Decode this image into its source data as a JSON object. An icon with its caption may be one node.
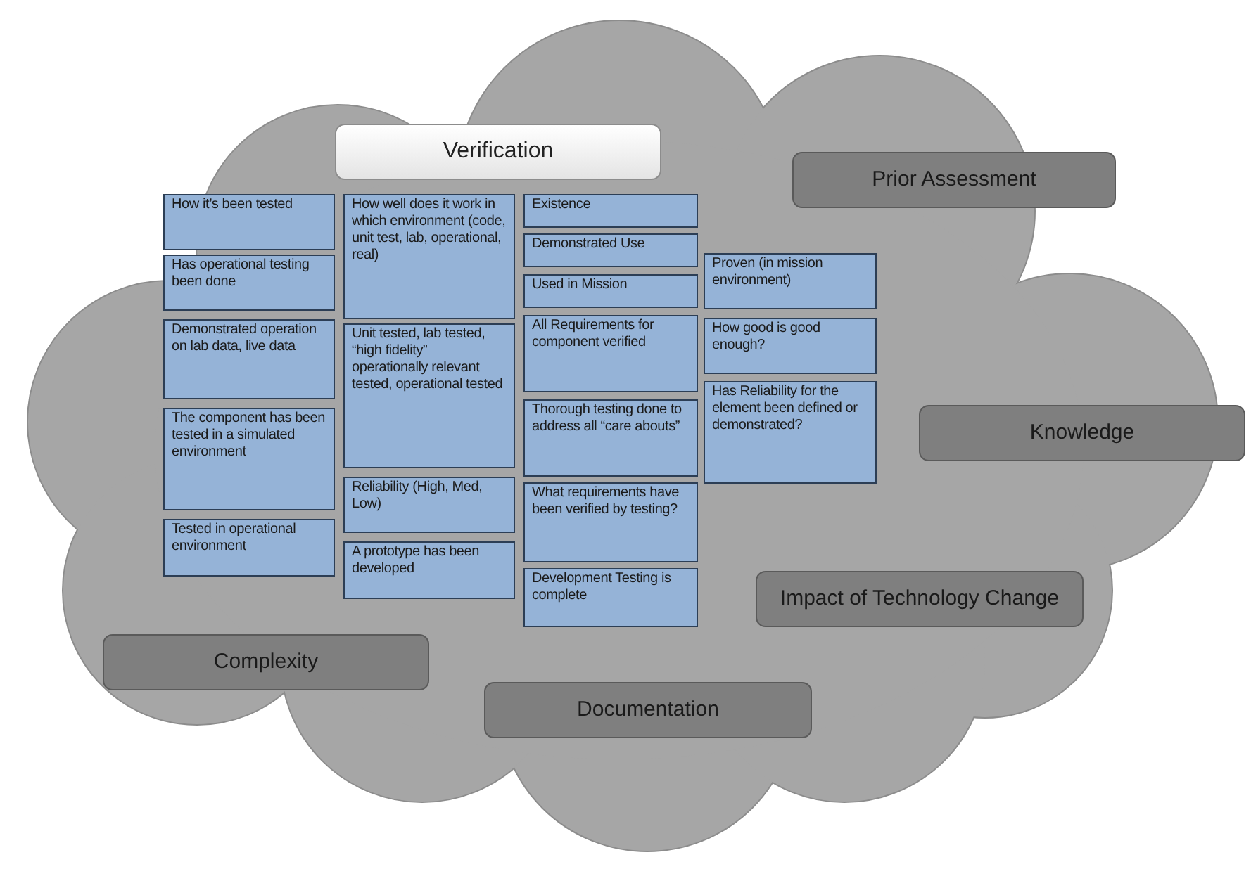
{
  "diagram": {
    "nodes": [
      {
        "text": [],
        "shape": "cloud"
      },
      {
        "text": [
          "Verification"
        ],
        "in": 0
      },
      {
        "text": [
          "Prior Assessment"
        ],
        "in": 0
      },
      {
        "text": [
          "How it’s been tested"
        ],
        "in": 0
      },
      {
        "text": [
          "Has operational testing been done"
        ],
        "in": 0
      },
      {
        "text": [
          "Demonstrated operation on lab data, live data"
        ],
        "in": 0
      },
      {
        "text": [
          "The component has been tested in a simulated environment"
        ],
        "in": 0
      },
      {
        "text": [
          "Tested in operational environment"
        ],
        "in": 0
      },
      {
        "text": [
          "How well does it work in which environment (code, unit test, lab, operational, real)"
        ],
        "in": 0
      },
      {
        "text": [
          "Unit tested, lab tested, “high fidelity” operationally relevant tested, operational tested"
        ],
        "in": 0
      },
      {
        "text": [
          "Reliability (High, Med, Low)"
        ],
        "in": 0
      },
      {
        "text": [
          "A prototype has been developed"
        ],
        "in": 0
      },
      {
        "text": [
          "Existence"
        ],
        "in": 0
      },
      {
        "text": [
          "Demonstrated Use"
        ],
        "in": 0
      },
      {
        "text": [
          "Used in Mission"
        ],
        "in": 0
      },
      {
        "text": [
          "All Requirements for component verified"
        ],
        "in": 0
      },
      {
        "text": [
          "Thorough testing done to address all “care abouts”"
        ],
        "in": 0
      },
      {
        "text": [
          "What requirements have been verified by testing?"
        ],
        "in": 0
      },
      {
        "text": [
          "Development Testing is complete"
        ],
        "in": 0
      },
      {
        "text": [
          "Proven (in mission environment)"
        ],
        "in": 0
      },
      {
        "text": [
          "How good is good enough?"
        ],
        "in": 0
      },
      {
        "text": [
          "Has Reliability for the element been defined or demonstrated?"
        ],
        "in": 0
      },
      {
        "text": [
          "Knowledge"
        ]
      },
      {
        "text": [
          "Impact of Technology Change"
        ],
        "in": 0
      },
      {
        "text": [
          "Complexity"
        ],
        "in": 0
      },
      {
        "text": [
          "Documentation"
        ],
        "in": 0
      }
    ]
  }
}
